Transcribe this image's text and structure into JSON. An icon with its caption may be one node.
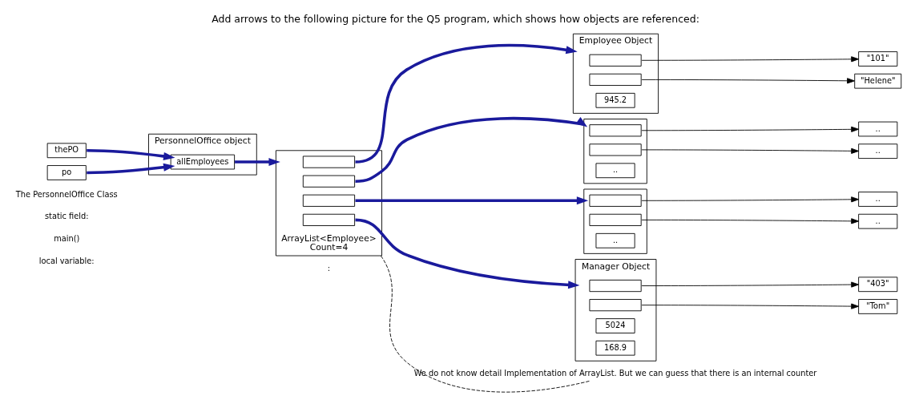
{
  "diagram": {
    "title": "Add arrows to the following picture for the Q5 program, which shows how objects are referenced:",
    "nodes": [
      {
        "text": [
          "thePO"
        ]
      },
      {
        "text": [
          "po"
        ]
      },
      {
        "text": [
          "PersonnelOffice object"
        ]
      },
      {
        "text": [
          "allEmployees"
        ],
        "in": 2
      },
      {
        "text": [
          "ArrayList<Employee>",
          "Count=4"
        ]
      },
      {
        "text": [],
        "shape": "box",
        "in": 4
      },
      {
        "text": [],
        "shape": "box",
        "in": 4
      },
      {
        "text": [],
        "shape": "box",
        "in": 4
      },
      {
        "text": [],
        "shape": "box",
        "in": 4
      },
      {
        "text": [
          "Employee Object"
        ]
      },
      {
        "text": [],
        "shape": "box",
        "in": 9
      },
      {
        "text": [],
        "shape": "box",
        "in": 9
      },
      {
        "text": [
          "945.2"
        ],
        "in": 9
      },
      {
        "text": [
          "\"101\""
        ]
      },
      {
        "text": [
          "\"Helene\""
        ]
      },
      {
        "text": [],
        "shape": "box"
      },
      {
        "text": [],
        "shape": "box",
        "in": 15
      },
      {
        "text": [],
        "shape": "box",
        "in": 15
      },
      {
        "text": [
          ".."
        ],
        "in": 15
      },
      {
        "text": [
          ".."
        ]
      },
      {
        "text": [
          ".."
        ]
      },
      {
        "text": [],
        "shape": "box"
      },
      {
        "text": [],
        "shape": "box",
        "in": 21
      },
      {
        "text": [],
        "shape": "box",
        "in": 21
      },
      {
        "text": [
          ".."
        ],
        "in": 21
      },
      {
        "text": [
          ".."
        ]
      },
      {
        "text": [
          ".."
        ]
      },
      {
        "text": [
          "Manager Object"
        ]
      },
      {
        "text": [],
        "shape": "box",
        "in": 27
      },
      {
        "text": [],
        "shape": "box",
        "in": 27
      },
      {
        "text": [
          "5024"
        ],
        "in": 27
      },
      {
        "text": [
          "168.9"
        ],
        "in": 27
      },
      {
        "text": [
          "\"403\""
        ]
      },
      {
        "text": [
          "\"Tom\""
        ]
      },
      {
        "text": [
          "We do not know detail Implementation of ArrayList. But we can guess that there is an internal counter"
        ]
      }
    ],
    "edges": [
      {
        "from": 0,
        "to": 3,
        "arrow": "to",
        "style": "thick",
        "color": "#1a1a9c"
      },
      {
        "from": 1,
        "to": 3,
        "arrow": "to",
        "style": "thick",
        "color": "#1a1a9c"
      },
      {
        "from": 3,
        "to": 4,
        "arrow": "to",
        "style": "thick",
        "color": "#1a1a9c"
      },
      {
        "from": 5,
        "to": 9,
        "arrow": "to",
        "style": "thick",
        "color": "#1a1a9c"
      },
      {
        "from": 6,
        "to": 15,
        "arrow": "to",
        "style": "thick",
        "color": "#1a1a9c"
      },
      {
        "from": 7,
        "to": 21,
        "arrow": "to",
        "style": "thick",
        "color": "#1a1a9c"
      },
      {
        "from": 8,
        "to": 27,
        "arrow": "to",
        "style": "thick",
        "color": "#1a1a9c"
      },
      {
        "from": 10,
        "to": 13,
        "arrow": "to"
      },
      {
        "from": 11,
        "to": 14,
        "arrow": "to"
      },
      {
        "from": 16,
        "to": 19,
        "arrow": "to"
      },
      {
        "from": 17,
        "to": 20,
        "arrow": "to"
      },
      {
        "from": 22,
        "to": 25,
        "arrow": "to"
      },
      {
        "from": 23,
        "to": 26,
        "arrow": "to"
      },
      {
        "from": 28,
        "to": 32,
        "arrow": "to"
      },
      {
        "from": 29,
        "to": 33,
        "arrow": "to"
      },
      {
        "from": 4,
        "to": 34,
        "arrow": "none",
        "style": "dashed"
      }
    ],
    "labels": [
      "The PersonnelOffice Class",
      "static field:",
      "main()",
      "local variable:",
      ":"
    ]
  }
}
